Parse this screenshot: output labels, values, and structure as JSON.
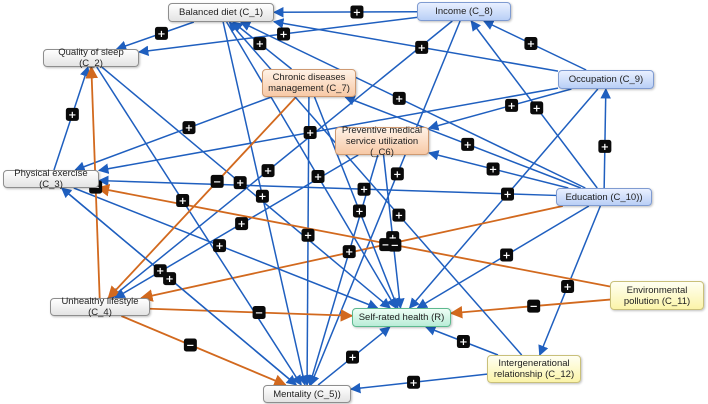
{
  "diagram": {
    "nodes": {
      "c1": {
        "label": "Balanced diet (C_1)"
      },
      "c2": {
        "label": "Quality of sleep (C_2)"
      },
      "c3": {
        "label": "Physical exercise (C_3)"
      },
      "c4": {
        "label": "Unhealthy lifestyle (C_4)"
      },
      "c5": {
        "label": "Mentality (C_5))"
      },
      "c6": {
        "label": "Preventive medical service utilization (_C6)"
      },
      "c7": {
        "label": "Chronic diseases management (C_7)"
      },
      "c8": {
        "label": "Income (C_8)"
      },
      "c9": {
        "label": "Occupation (C_9)"
      },
      "c10": {
        "label": "Education (C_10))"
      },
      "c11": {
        "label": "Environmental pollution (C_11)"
      },
      "c12": {
        "label": "Intergenerational relationship (C_12)"
      },
      "r": {
        "label": "Self-rated health (R)"
      }
    },
    "sign_positive": "+",
    "sign_negative": "−",
    "colors": {
      "positive_edge": "#1f5fbf",
      "negative_edge": "#d2691e",
      "badge": "#0a0a0a"
    },
    "edges": [
      {
        "from": "c8",
        "to": "c1",
        "sign": "+"
      },
      {
        "from": "c8",
        "to": "c2",
        "sign": "+"
      },
      {
        "from": "c8",
        "to": "c4",
        "sign": "+"
      },
      {
        "from": "c8",
        "to": "c5",
        "sign": "+"
      },
      {
        "from": "c9",
        "to": "c1",
        "sign": "+"
      },
      {
        "from": "c9",
        "to": "c8",
        "sign": "+"
      },
      {
        "from": "c9",
        "to": "c6",
        "sign": "+"
      },
      {
        "from": "c9",
        "to": "r",
        "sign": "+"
      },
      {
        "from": "c9",
        "to": "c3",
        "sign": "+"
      },
      {
        "from": "c10",
        "to": "c9",
        "sign": "+"
      },
      {
        "from": "c10",
        "to": "c8",
        "sign": "+"
      },
      {
        "from": "c10",
        "to": "c1",
        "sign": "+"
      },
      {
        "from": "c10",
        "to": "c3",
        "sign": "+"
      },
      {
        "from": "c10",
        "to": "c7",
        "sign": "+"
      },
      {
        "from": "c10",
        "to": "c6",
        "sign": "+"
      },
      {
        "from": "c10",
        "to": "c4",
        "sign": "-"
      },
      {
        "from": "c10",
        "to": "r",
        "sign": "+"
      },
      {
        "from": "c10",
        "to": "c12",
        "sign": "+"
      },
      {
        "from": "c1",
        "to": "c2",
        "sign": "+"
      },
      {
        "from": "c1",
        "to": "c5",
        "sign": "+"
      },
      {
        "from": "c1",
        "to": "r",
        "sign": "+"
      },
      {
        "from": "c2",
        "to": "c5",
        "sign": "+"
      },
      {
        "from": "c2",
        "to": "r",
        "sign": "+"
      },
      {
        "from": "c3",
        "to": "c2",
        "sign": "+"
      },
      {
        "from": "c3",
        "to": "c5",
        "sign": "+"
      },
      {
        "from": "c3",
        "to": "r",
        "sign": "+"
      },
      {
        "from": "c7",
        "to": "c1",
        "sign": "+"
      },
      {
        "from": "c7",
        "to": "c3",
        "sign": "+"
      },
      {
        "from": "c7",
        "to": "c5",
        "sign": "+"
      },
      {
        "from": "c7",
        "to": "r",
        "sign": "+"
      },
      {
        "from": "c7",
        "to": "c4",
        "sign": "-"
      },
      {
        "from": "c6",
        "to": "c4",
        "sign": "+"
      },
      {
        "from": "c6",
        "to": "r",
        "sign": "+"
      },
      {
        "from": "c6",
        "to": "c5",
        "sign": "+"
      },
      {
        "from": "c4",
        "to": "c2",
        "sign": "-"
      },
      {
        "from": "c4",
        "to": "r",
        "sign": "-"
      },
      {
        "from": "c4",
        "to": "c5",
        "sign": "-"
      },
      {
        "from": "c5",
        "to": "r",
        "sign": "+"
      },
      {
        "from": "c5",
        "to": "c3",
        "sign": "+"
      },
      {
        "from": "c11",
        "to": "c3",
        "sign": "-"
      },
      {
        "from": "c11",
        "to": "r",
        "sign": "-"
      },
      {
        "from": "c12",
        "to": "c5",
        "sign": "+"
      },
      {
        "from": "c12",
        "to": "c1",
        "sign": "+"
      },
      {
        "from": "c12",
        "to": "r",
        "sign": "+"
      }
    ]
  }
}
